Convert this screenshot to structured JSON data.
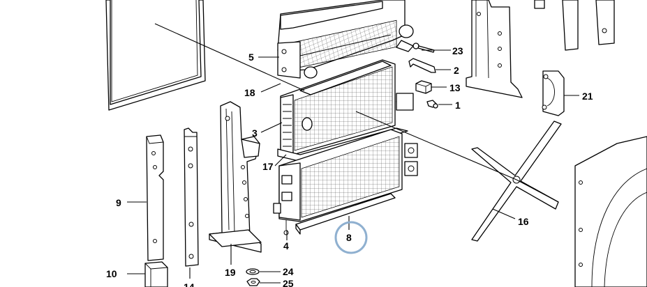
{
  "callouts": [
    {
      "id": "5",
      "label": "5"
    },
    {
      "id": "18",
      "label": "18"
    },
    {
      "id": "3",
      "label": "3"
    },
    {
      "id": "17",
      "label": "17"
    },
    {
      "id": "9",
      "label": "9"
    },
    {
      "id": "10",
      "label": "10"
    },
    {
      "id": "14",
      "label": "14"
    },
    {
      "id": "19",
      "label": "19"
    },
    {
      "id": "4",
      "label": "4"
    },
    {
      "id": "8",
      "label": "8"
    },
    {
      "id": "23",
      "label": "23"
    },
    {
      "id": "2",
      "label": "2"
    },
    {
      "id": "13",
      "label": "13"
    },
    {
      "id": "1",
      "label": "1"
    },
    {
      "id": "21",
      "label": "21"
    },
    {
      "id": "16",
      "label": "16"
    },
    {
      "id": "24",
      "label": "24"
    },
    {
      "id": "25",
      "label": "25"
    }
  ],
  "highlight": {
    "callout": "8",
    "color": "#8fb0d0"
  }
}
